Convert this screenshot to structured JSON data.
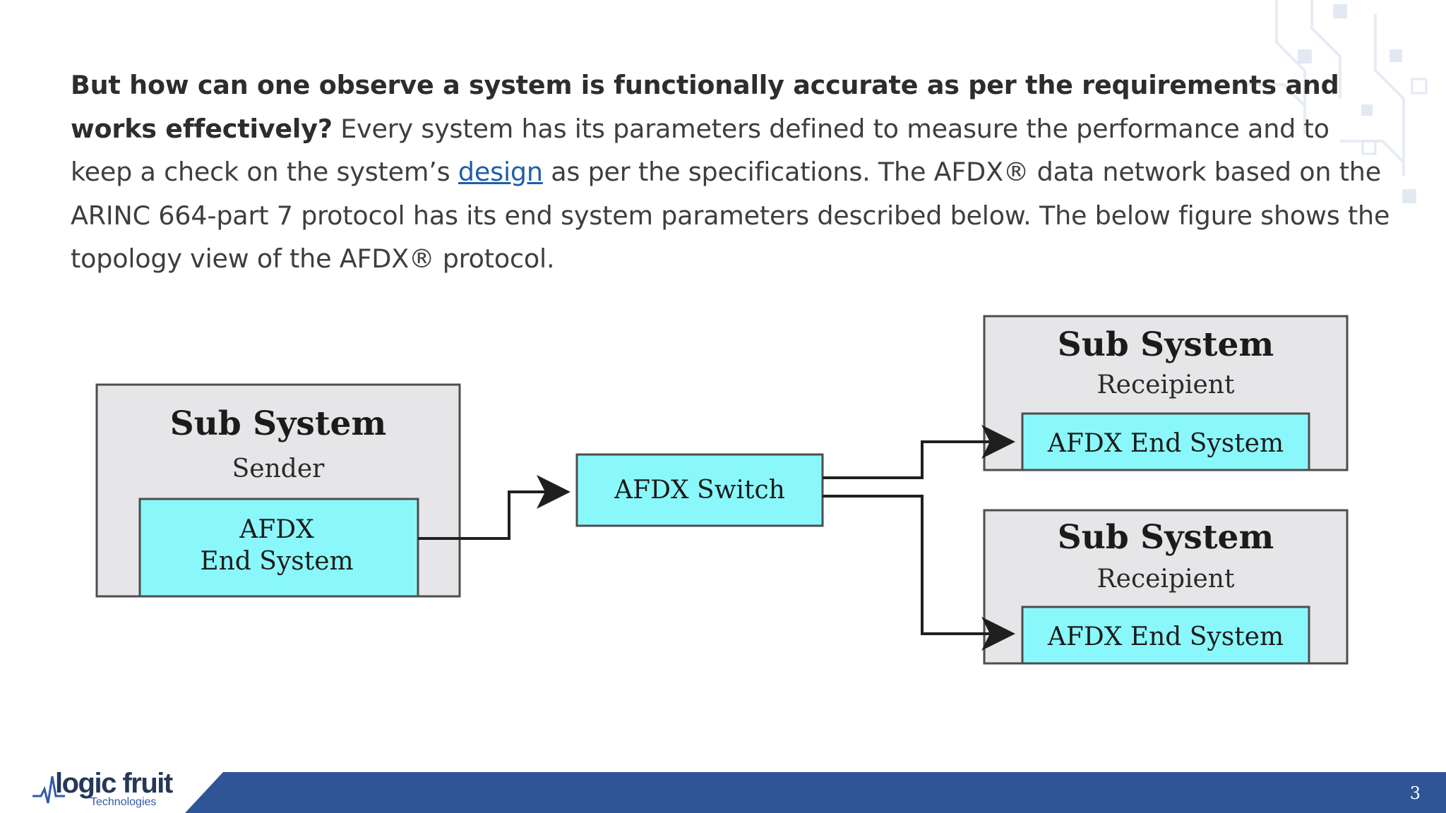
{
  "paragraph": {
    "bold_lead": "But how can one observe a system is functionally accurate as per the requirements and works effectively?",
    "text_1": " Every system has its parameters defined to measure the performance and to keep a check on the system’s ",
    "link_text": "design",
    "text_2": " as per the specifications. The AFDX® data network based on the ARINC 664-part 7 protocol has its end system parameters described below. The below figure shows the topology view of the AFDX® protocol."
  },
  "diagram": {
    "sender": {
      "title": "Sub System",
      "role": "Sender",
      "end_system_line1": "AFDX",
      "end_system_line2": "End System"
    },
    "switch": {
      "label": "AFDX Switch"
    },
    "recipient_1": {
      "title": "Sub System",
      "role": "Receipient",
      "end_system": "AFDX End System"
    },
    "recipient_2": {
      "title": "Sub System",
      "role": "Receipient",
      "end_system": "AFDX End System"
    }
  },
  "colors": {
    "box_fill": "#e6e6e8",
    "end_system_fill": "#8af8fb",
    "footer_band": "#2f5597"
  },
  "footer": {
    "logo_name": "logic fruit",
    "logo_subtitle": "Technologies",
    "page_number": "3"
  }
}
